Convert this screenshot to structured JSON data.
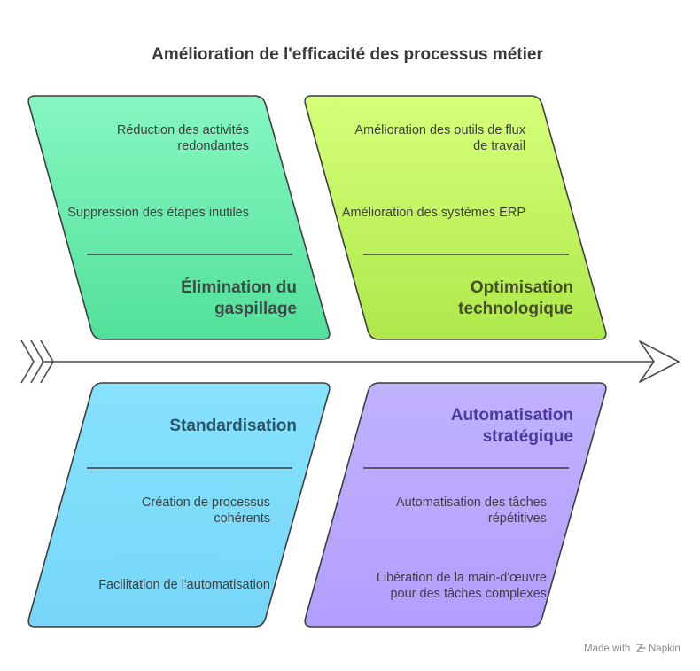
{
  "title": "Amélioration de l'efficacité des processus métier",
  "categories": [
    {
      "name_lines": [
        "Élimination du",
        "gaspillage"
      ],
      "items": [
        {
          "lines": [
            "Réduction des activités",
            "redondantes"
          ]
        },
        {
          "lines": [
            "Suppression des étapes inutiles"
          ]
        }
      ],
      "color_top": "#86f7c2",
      "color_bottom": "#52e09a",
      "title_color": "#3e4a44"
    },
    {
      "name_lines": [
        "Optimisation",
        "technologique"
      ],
      "items": [
        {
          "lines": [
            "Amélioration des outils de flux",
            "de travail"
          ]
        },
        {
          "lines": [
            "Amélioration des systèmes ERP"
          ]
        }
      ],
      "color_top": "#d6ff7a",
      "color_bottom": "#aee84a",
      "title_color": "#465028"
    },
    {
      "name_lines": [
        "Standardisation"
      ],
      "items": [
        {
          "lines": [
            "Création de processus",
            "cohérents"
          ]
        },
        {
          "lines": [
            "Facilitation de l'automatisation"
          ]
        }
      ],
      "color_top": "#86e2ff",
      "color_bottom": "#77d6f7",
      "title_color": "#2b5566"
    },
    {
      "name_lines": [
        "Automatisation",
        "stratégique"
      ],
      "items": [
        {
          "lines": [
            "Automatisation des tâches",
            "répétitives"
          ]
        },
        {
          "lines": [
            "Libération de la main-d'œuvre",
            "pour des tâches complexes"
          ]
        }
      ],
      "color_top": "#c1b2ff",
      "color_bottom": "#b39eff",
      "title_color": "#4b3a9e"
    }
  ],
  "watermark": {
    "prefix": "Made with",
    "brand": "Napkin"
  },
  "colors": {
    "outline": "#3f3f3f",
    "arrow": "#4a4a4a"
  },
  "icons": {
    "spine_tail": "chevron-tail-icon",
    "spine_head": "arrow-head-icon",
    "brand": "napkin-logo-icon"
  }
}
